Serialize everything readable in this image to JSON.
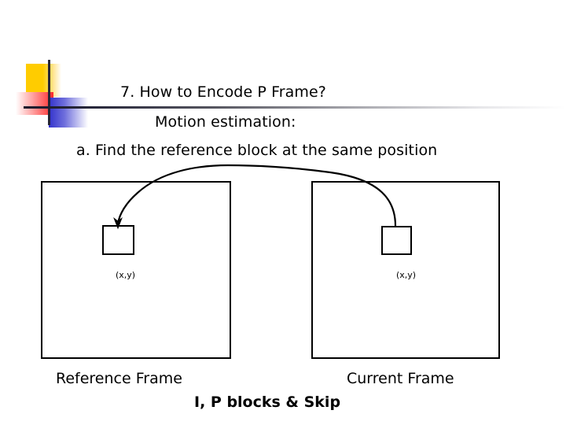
{
  "slide": {
    "headings": [
      {
        "text": "7. How to Encode P Frame?"
      },
      {
        "text": "Motion estimation:"
      },
      {
        "text": "a. Find the reference block at the same position"
      }
    ],
    "diagram": {
      "reference_frame": {
        "caption": "Reference Frame",
        "block_label": "(x,y)"
      },
      "current_frame": {
        "caption": "Current Frame",
        "block_label": "(x,y)"
      }
    },
    "footer_note": "I, P blocks & Skip",
    "colors": {
      "accent_yellow": "#FFCC00",
      "accent_red": "#FF2B2B",
      "accent_blue": "#3333CC",
      "rule_dark": "#1A1A2B",
      "ink": "#000000"
    }
  }
}
